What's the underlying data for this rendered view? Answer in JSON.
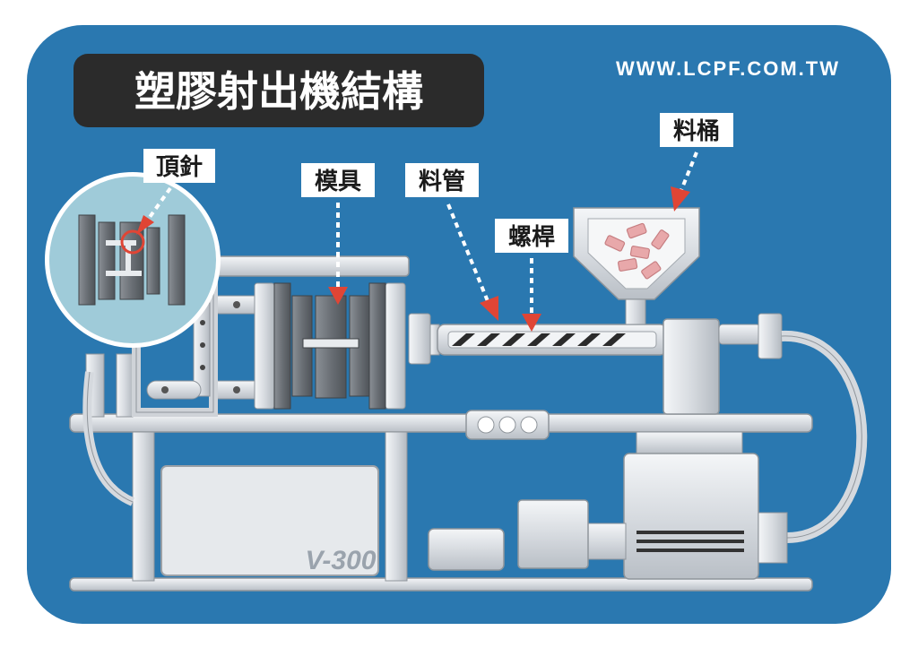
{
  "title": "塑膠射出機結構",
  "website": "WWW.LCPF.COM.TW",
  "model": "V-300",
  "labels": {
    "ejector_pin": "頂針",
    "mold": "模具",
    "barrel": "料管",
    "screw": "螺桿",
    "hopper": "料桶"
  },
  "colors": {
    "background": "#2a78b0",
    "title_box": "#2b2b2b",
    "arrow": "#e04535",
    "metal": "#dde1e6",
    "metal_dark": "#6e7378",
    "inset": "#9fcbd9",
    "pellet": "#e8a8aa"
  },
  "icons": [
    "arrow-icon",
    "pellet-icon",
    "highlight-circle-icon"
  ]
}
